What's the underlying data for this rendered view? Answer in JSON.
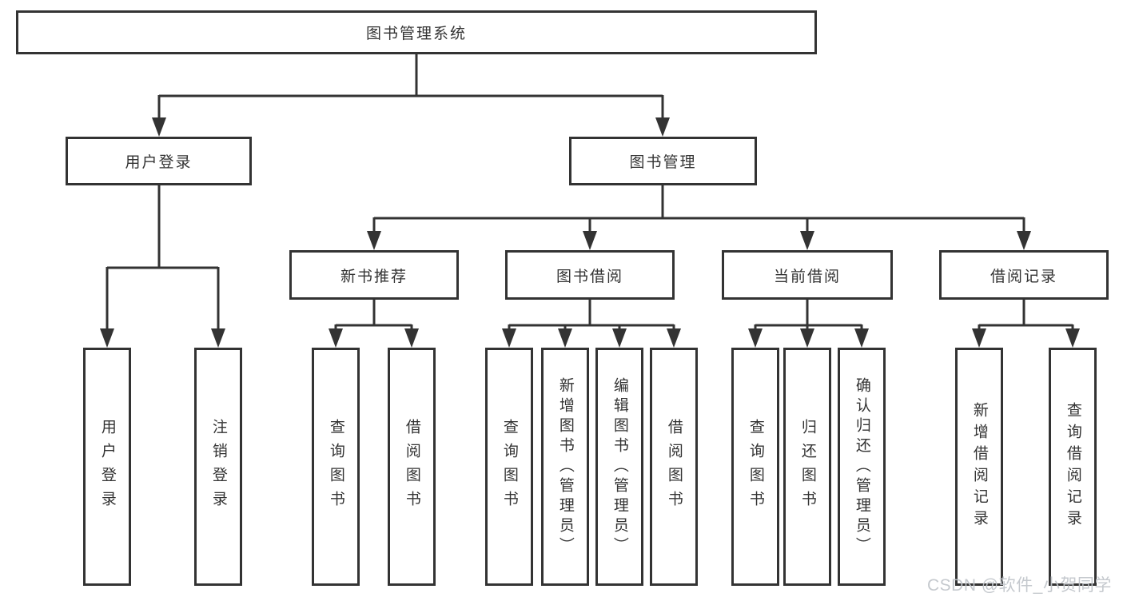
{
  "colors": {
    "line": "#333333",
    "text": "#333333",
    "box_background": "#ffffff",
    "watermark": "#c0c4ca"
  },
  "tree": {
    "root": {
      "label": "图书管理系统",
      "children": [
        {
          "label": "用户登录",
          "children": [
            {
              "label": "用户登录"
            },
            {
              "label": "注销登录"
            }
          ]
        },
        {
          "label": "图书管理",
          "children": [
            {
              "label": "新书推荐",
              "children": [
                {
                  "label": "查询图书"
                },
                {
                  "label": "借阅图书"
                }
              ]
            },
            {
              "label": "图书借阅",
              "children": [
                {
                  "label": "查询图书"
                },
                {
                  "label": "新增图书（管理员）"
                },
                {
                  "label": "编辑图书（管理员）"
                },
                {
                  "label": "借阅图书"
                }
              ]
            },
            {
              "label": "当前借阅",
              "children": [
                {
                  "label": "查询图书"
                },
                {
                  "label": "归还图书"
                },
                {
                  "label": "确认归还（管理员）"
                }
              ]
            },
            {
              "label": "借阅记录",
              "children": [
                {
                  "label": "新增借阅记录"
                },
                {
                  "label": "查询借阅记录"
                }
              ]
            }
          ]
        }
      ]
    }
  },
  "watermark": {
    "text": "CSDN @软件_小贺同学"
  }
}
